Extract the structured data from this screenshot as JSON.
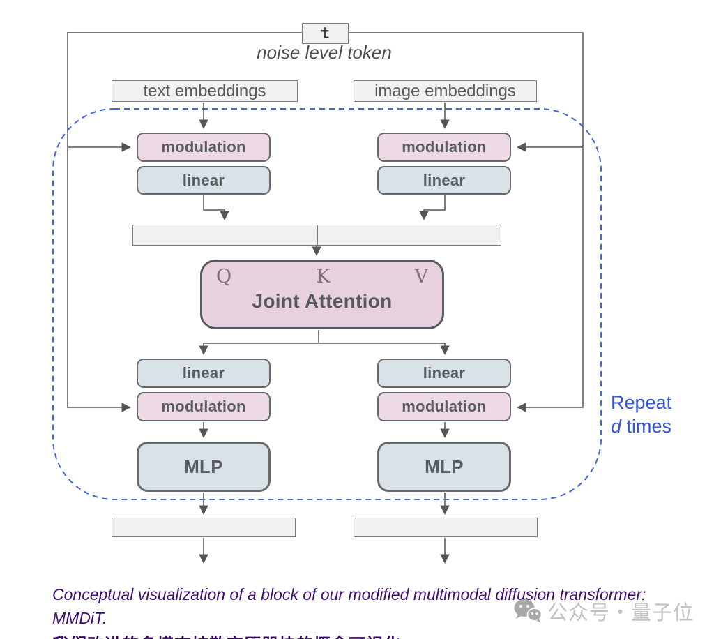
{
  "diagram": {
    "t_token": "t",
    "noise_label": "noise level token",
    "text_embeddings_label": "text embeddings",
    "image_embeddings_label": "image embeddings",
    "modulation_label": "modulation",
    "linear_label": "linear",
    "mlp_label": "MLP",
    "joint_attention": {
      "q": "Q",
      "k": "K",
      "v": "V",
      "title": "Joint Attention"
    },
    "repeat_annotation": {
      "line1": "Repeat",
      "d": "d",
      "rest": " times"
    },
    "colors": {
      "modulation_pink": "#eedae5",
      "joint_attention_pink": "#e7d1df",
      "linear_bluegray": "#d9e3e7",
      "bar_gray": "#f1f1f2",
      "connector_gray": "#6e6e6e",
      "dashed_border_blue": "#4367d8",
      "repeat_text_blue": "#3457d0",
      "caption_purple": "#400d72",
      "watermark_gray": "#c2c2c2"
    }
  },
  "caption": {
    "line1": "Conceptual visualization of a block of our modified multimodal diffusion transformer:",
    "line2": "MMDiT."
  },
  "watermark": {
    "text": "公众号・量子位"
  },
  "clipped_bottom_text": "我们改进的多模态扩散变压器块的概念可视化"
}
